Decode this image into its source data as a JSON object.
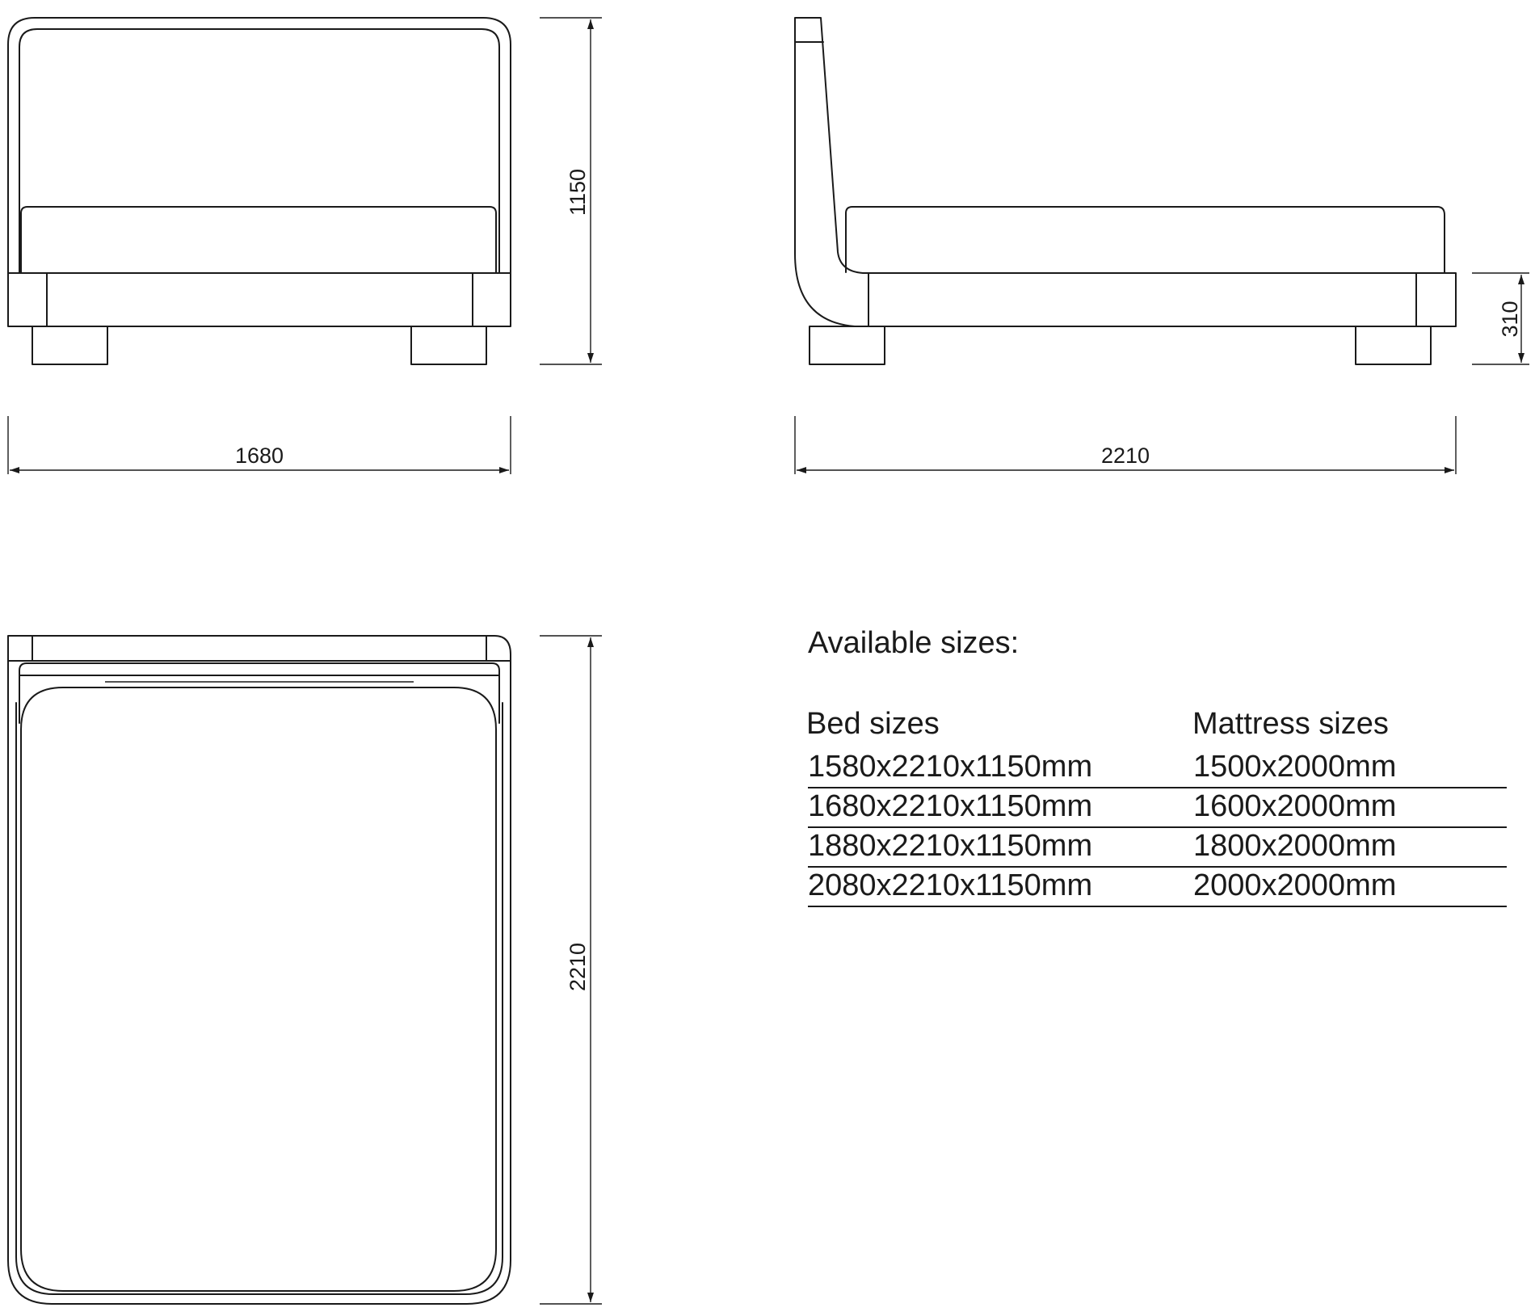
{
  "dimensions": {
    "front_height": "1150",
    "front_width": "1680",
    "side_length": "2210",
    "side_base_height": "310",
    "top_length": "2210"
  },
  "sizes": {
    "title": "Available sizes:",
    "bed_header": "Bed sizes",
    "mattress_header": "Mattress sizes",
    "rows": [
      {
        "bed": "1580x2210x1150mm",
        "mattress": "1500x2000mm"
      },
      {
        "bed": "1680x2210x1150mm",
        "mattress": "1600x2000mm"
      },
      {
        "bed": "1880x2210x1150mm",
        "mattress": "1800x2000mm"
      },
      {
        "bed": "2080x2210x1150mm",
        "mattress": "2000x2000mm"
      }
    ]
  }
}
